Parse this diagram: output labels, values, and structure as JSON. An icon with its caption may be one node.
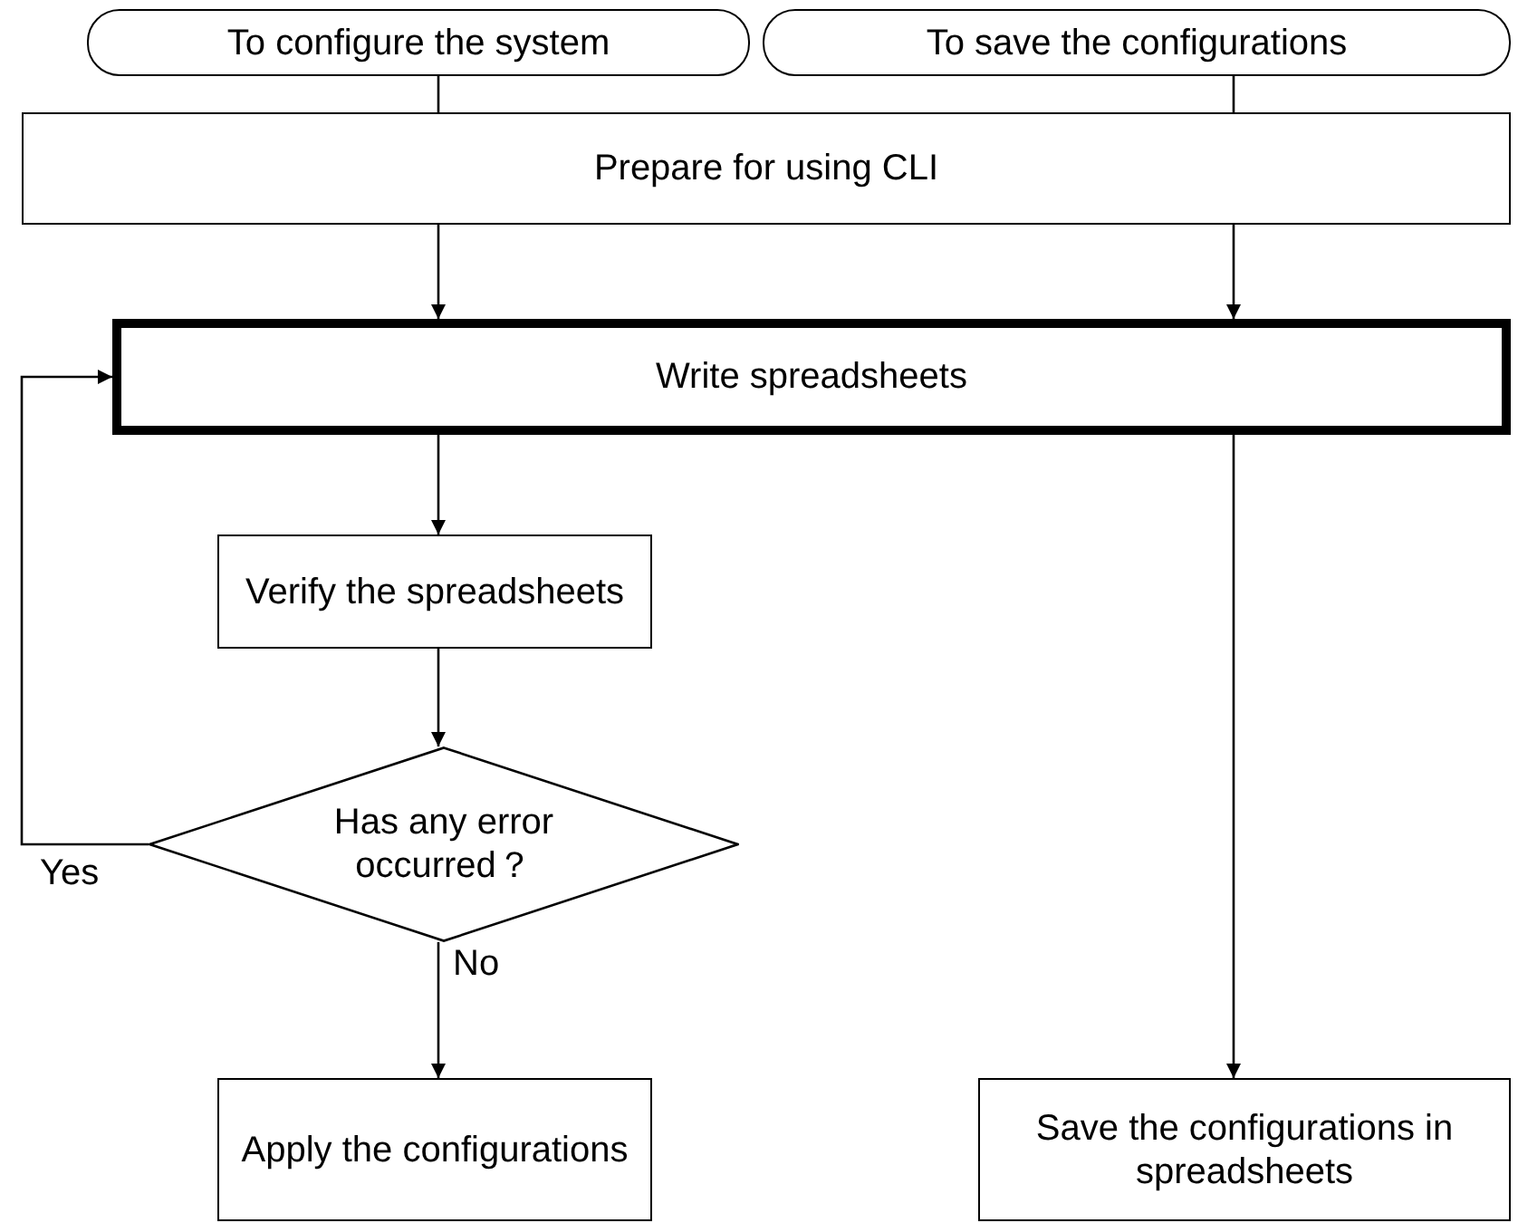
{
  "diagram": {
    "nodes": [
      {
        "text": [
          "To configure the system"
        ]
      },
      {
        "text": [
          "To save the configurations"
        ]
      },
      {
        "text": [
          "Prepare for using CLI"
        ]
      },
      {
        "text": [
          "Write spreadsheets"
        ]
      },
      {
        "text": [
          "Verify the spreadsheets"
        ]
      },
      {
        "text": [
          "Has any error occurred？"
        ]
      },
      {
        "text": [
          "Apply the configurations"
        ]
      },
      {
        "text": [
          "Save the configurations in spreadsheets"
        ]
      }
    ],
    "edges": [
      {
        "from": 0,
        "to": 2,
        "arrow": "none"
      },
      {
        "from": 1,
        "to": 2,
        "arrow": "none"
      },
      {
        "from": 2,
        "to": 3,
        "arrow": "to"
      },
      {
        "from": 2,
        "to": 3,
        "arrow": "to"
      },
      {
        "from": 3,
        "to": 4,
        "arrow": "to"
      },
      {
        "from": 4,
        "to": 5,
        "arrow": "to"
      },
      {
        "from": 5,
        "to": 3,
        "arrow": "to",
        "label": "Yes"
      },
      {
        "from": 5,
        "to": 6,
        "arrow": "to",
        "label": "No"
      },
      {
        "from": 3,
        "to": 7,
        "arrow": "to"
      }
    ]
  }
}
